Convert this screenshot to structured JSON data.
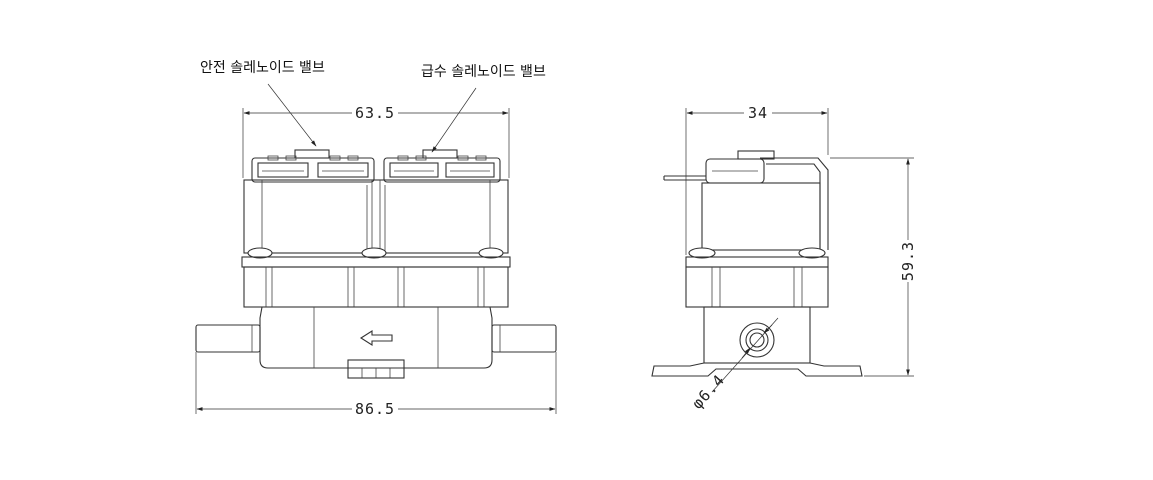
{
  "callouts": {
    "safety_valve": "안전 솔레노이드 밸브",
    "supply_valve": "급수 솔레노이드 밸브"
  },
  "dimensions": {
    "front_top_width": "63.5",
    "front_total_width": "86.5",
    "side_top_width": "34",
    "side_height": "59.3",
    "port_diameter": "φ6.4"
  }
}
